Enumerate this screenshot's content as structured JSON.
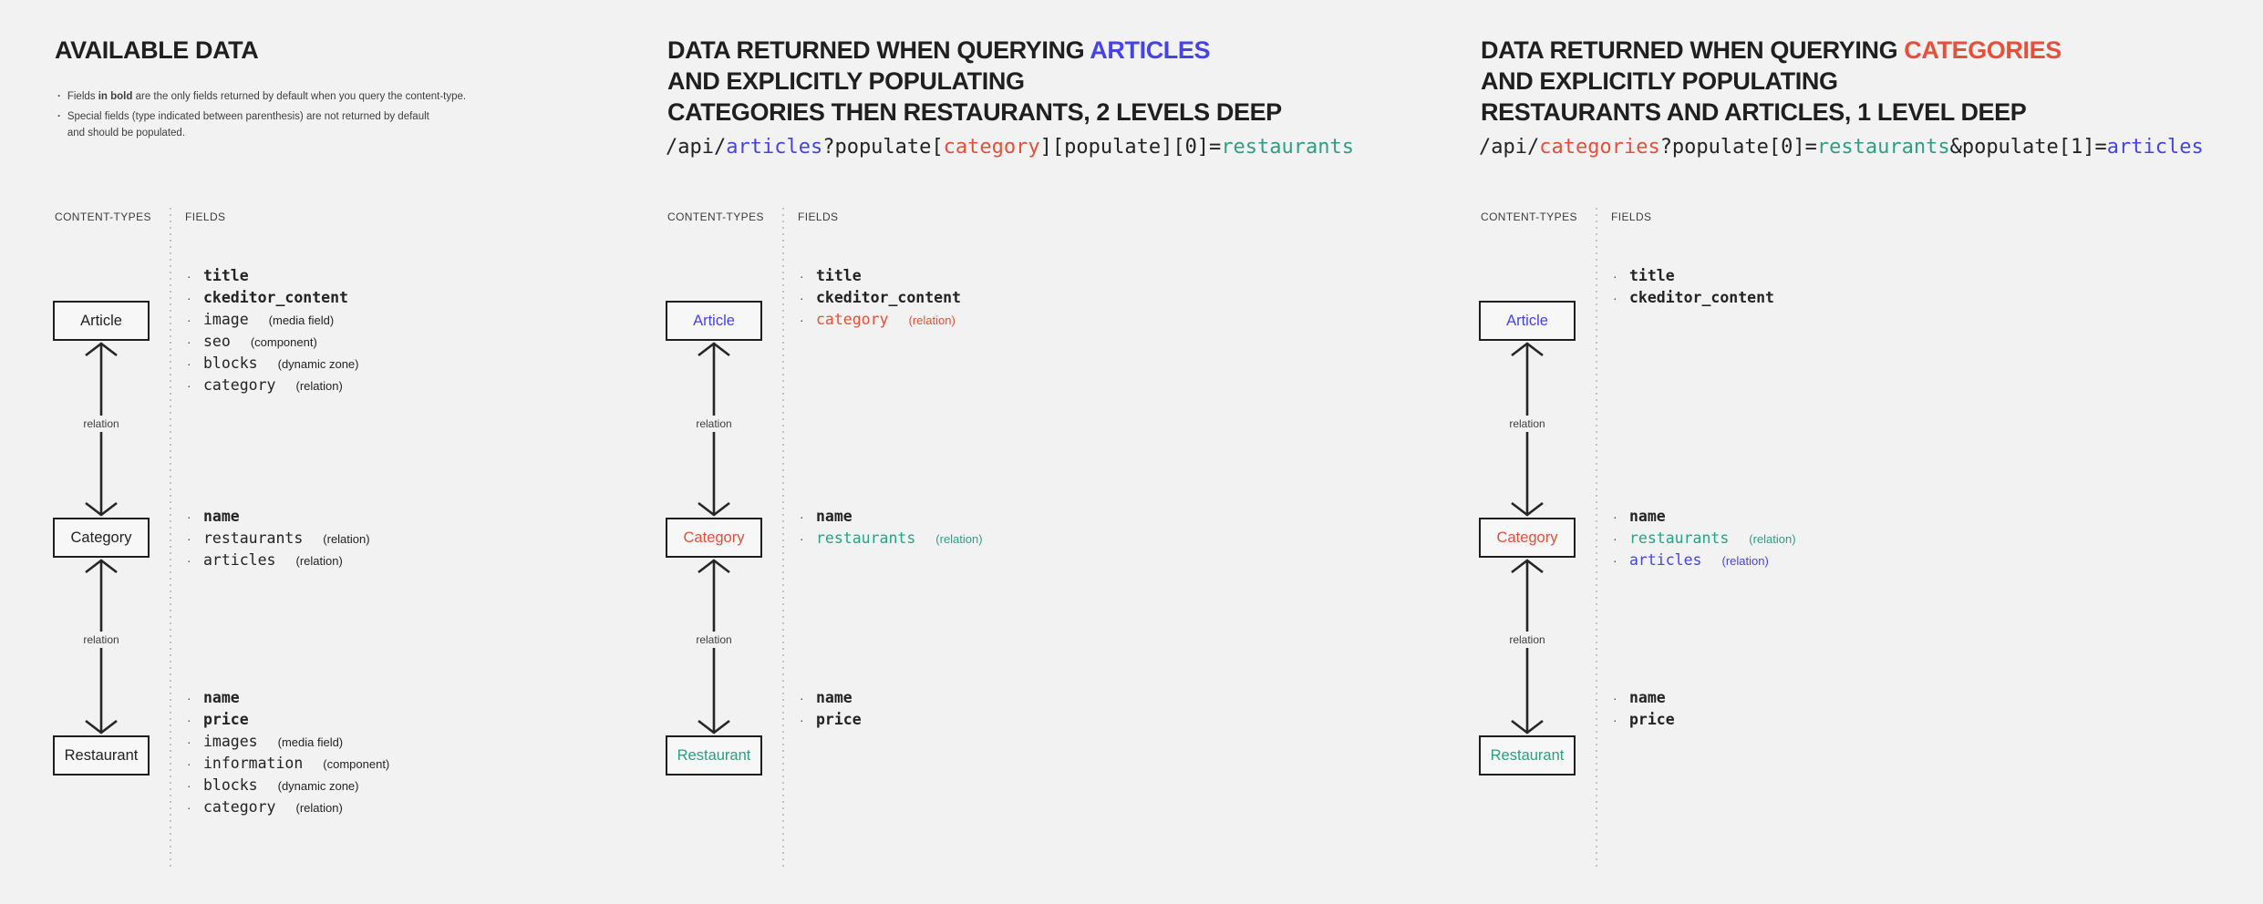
{
  "colors": {
    "accent_blue": "#4643e8",
    "accent_red": "#e84f38",
    "accent_teal": "#2aa181",
    "text_dark": "#232323",
    "background": "#f2f2f2"
  },
  "panels": [
    {
      "heading": [
        [
          {
            "t": "AVAILABLE DATA",
            "c": "dark"
          }
        ]
      ],
      "notes": [
        [
          {
            "t": "Fields ",
            "b": false
          },
          {
            "t": "in bold",
            "b": true
          },
          {
            "t": " are the only fields returned by default when you query the content-type.",
            "b": false
          }
        ],
        [
          {
            "t": "Special fields (type indicated between parenthesis) are not returned by default\nand should be populated.",
            "b": false
          }
        ]
      ],
      "url": null,
      "labels": {
        "content_types": "CONTENT-TYPES",
        "fields": "FIELDS"
      },
      "relation_label": "relation",
      "nodes": [
        {
          "name": "Article",
          "color": "dark",
          "fields": [
            {
              "name": "title",
              "bold": true,
              "color": "dark",
              "type": ""
            },
            {
              "name": "ckeditor_content",
              "bold": true,
              "color": "dark",
              "type": ""
            },
            {
              "name": "image",
              "bold": false,
              "color": "dark",
              "type": "(media field)"
            },
            {
              "name": "seo",
              "bold": false,
              "color": "dark",
              "type": "(component)"
            },
            {
              "name": "blocks",
              "bold": false,
              "color": "dark",
              "type": "(dynamic zone)"
            },
            {
              "name": "category",
              "bold": false,
              "color": "dark",
              "type": "(relation)"
            }
          ]
        },
        {
          "name": "Category",
          "color": "dark",
          "fields": [
            {
              "name": "name",
              "bold": true,
              "color": "dark",
              "type": ""
            },
            {
              "name": "restaurants",
              "bold": false,
              "color": "dark",
              "type": "(relation)"
            },
            {
              "name": "articles",
              "bold": false,
              "color": "dark",
              "type": "(relation)"
            }
          ]
        },
        {
          "name": "Restaurant",
          "color": "dark",
          "fields": [
            {
              "name": "name",
              "bold": true,
              "color": "dark",
              "type": ""
            },
            {
              "name": "price",
              "bold": true,
              "color": "dark",
              "type": ""
            },
            {
              "name": "images",
              "bold": false,
              "color": "dark",
              "type": "(media field)"
            },
            {
              "name": "information",
              "bold": false,
              "color": "dark",
              "type": "(component)"
            },
            {
              "name": "blocks",
              "bold": false,
              "color": "dark",
              "type": "(dynamic zone)"
            },
            {
              "name": "category",
              "bold": false,
              "color": "dark",
              "type": "(relation)"
            }
          ]
        }
      ]
    },
    {
      "heading": [
        [
          {
            "t": "DATA RETURNED WHEN QUERYING ",
            "c": "dark"
          },
          {
            "t": "ARTICLES",
            "c": "blue"
          }
        ],
        [
          {
            "t": "AND EXPLICITLY POPULATING",
            "c": "dark"
          }
        ],
        [
          {
            "t": "CATEGORIES THEN RESTAURANTS, 2 LEVELS DEEP",
            "c": "dark"
          }
        ]
      ],
      "notes": [],
      "url": [
        {
          "t": "/api/",
          "c": "dark"
        },
        {
          "t": "articles",
          "c": "blue"
        },
        {
          "t": "?populate[",
          "c": "dark"
        },
        {
          "t": "category",
          "c": "red"
        },
        {
          "t": "][populate][0]=",
          "c": "dark"
        },
        {
          "t": "restaurants",
          "c": "teal"
        }
      ],
      "labels": {
        "content_types": "CONTENT-TYPES",
        "fields": "FIELDS"
      },
      "relation_label": "relation",
      "nodes": [
        {
          "name": "Article",
          "color": "blue",
          "fields": [
            {
              "name": "title",
              "bold": true,
              "color": "dark",
              "type": ""
            },
            {
              "name": "ckeditor_content",
              "bold": true,
              "color": "dark",
              "type": ""
            },
            {
              "name": "category",
              "bold": false,
              "color": "red",
              "type": "(relation)"
            }
          ]
        },
        {
          "name": "Category",
          "color": "red",
          "fields": [
            {
              "name": "name",
              "bold": true,
              "color": "dark",
              "type": ""
            },
            {
              "name": "restaurants",
              "bold": false,
              "color": "teal",
              "type": "(relation)"
            }
          ]
        },
        {
          "name": "Restaurant",
          "color": "teal",
          "fields": [
            {
              "name": "name",
              "bold": true,
              "color": "dark",
              "type": ""
            },
            {
              "name": "price",
              "bold": true,
              "color": "dark",
              "type": ""
            }
          ]
        }
      ]
    },
    {
      "heading": [
        [
          {
            "t": "DATA RETURNED WHEN QUERYING ",
            "c": "dark"
          },
          {
            "t": "CATEGORIES",
            "c": "red"
          }
        ],
        [
          {
            "t": "AND EXPLICITLY POPULATING",
            "c": "dark"
          }
        ],
        [
          {
            "t": "RESTAURANTS AND ARTICLES, 1 LEVEL DEEP",
            "c": "dark"
          }
        ]
      ],
      "notes": [],
      "url": [
        {
          "t": "/api/",
          "c": "dark"
        },
        {
          "t": "categories",
          "c": "red"
        },
        {
          "t": "?populate[0]=",
          "c": "dark"
        },
        {
          "t": "restaurants",
          "c": "teal"
        },
        {
          "t": "&populate[1]=",
          "c": "dark"
        },
        {
          "t": "articles",
          "c": "blue"
        }
      ],
      "labels": {
        "content_types": "CONTENT-TYPES",
        "fields": "FIELDS"
      },
      "relation_label": "relation",
      "nodes": [
        {
          "name": "Article",
          "color": "blue",
          "fields": [
            {
              "name": "title",
              "bold": true,
              "color": "dark",
              "type": ""
            },
            {
              "name": "ckeditor_content",
              "bold": true,
              "color": "dark",
              "type": ""
            }
          ]
        },
        {
          "name": "Category",
          "color": "red",
          "fields": [
            {
              "name": "name",
              "bold": true,
              "color": "dark",
              "type": ""
            },
            {
              "name": "restaurants",
              "bold": false,
              "color": "teal",
              "type": "(relation)"
            },
            {
              "name": "articles",
              "bold": false,
              "color": "blue",
              "type": "(relation)"
            }
          ]
        },
        {
          "name": "Restaurant",
          "color": "teal",
          "fields": [
            {
              "name": "name",
              "bold": true,
              "color": "dark",
              "type": ""
            },
            {
              "name": "price",
              "bold": true,
              "color": "dark",
              "type": ""
            }
          ]
        }
      ]
    }
  ]
}
